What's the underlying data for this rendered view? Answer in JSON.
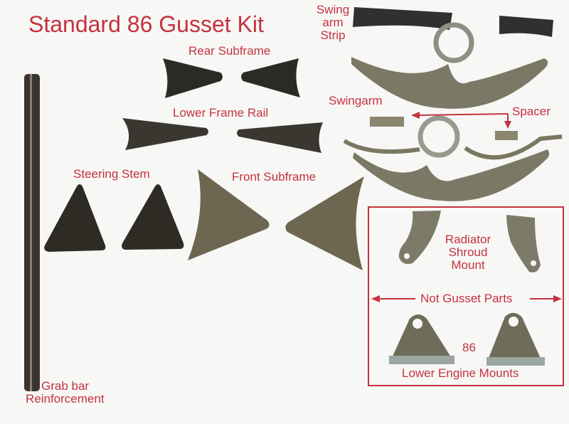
{
  "title": "Standard 86 Gusset Kit",
  "labels": {
    "rear_subframe": "Rear Subframe",
    "lower_frame_rail": "Lower Frame Rail",
    "steering_stem": "Steering Stem",
    "front_subframe": "Front Subframe",
    "swing_arm_strip_1": "Swing",
    "swing_arm_strip_2": "arm",
    "swing_arm_strip_3": "Strip",
    "swingarm": "Swingarm",
    "spacer": "Spacer",
    "radiator_1": "Radiator",
    "radiator_2": "Shroud",
    "radiator_3": "Mount",
    "not_gusset": "Not Gusset Parts",
    "engine_number": "86",
    "lower_engine_mounts": "Lower Engine Mounts",
    "grab_bar_1": "Grab bar",
    "grab_bar_2": "Reinforcement"
  },
  "colors": {
    "label_red": "#c4323f",
    "background": "#f7f7f5",
    "dark_steel": "#2e2c27",
    "raw_steel": "#7d7a68"
  }
}
